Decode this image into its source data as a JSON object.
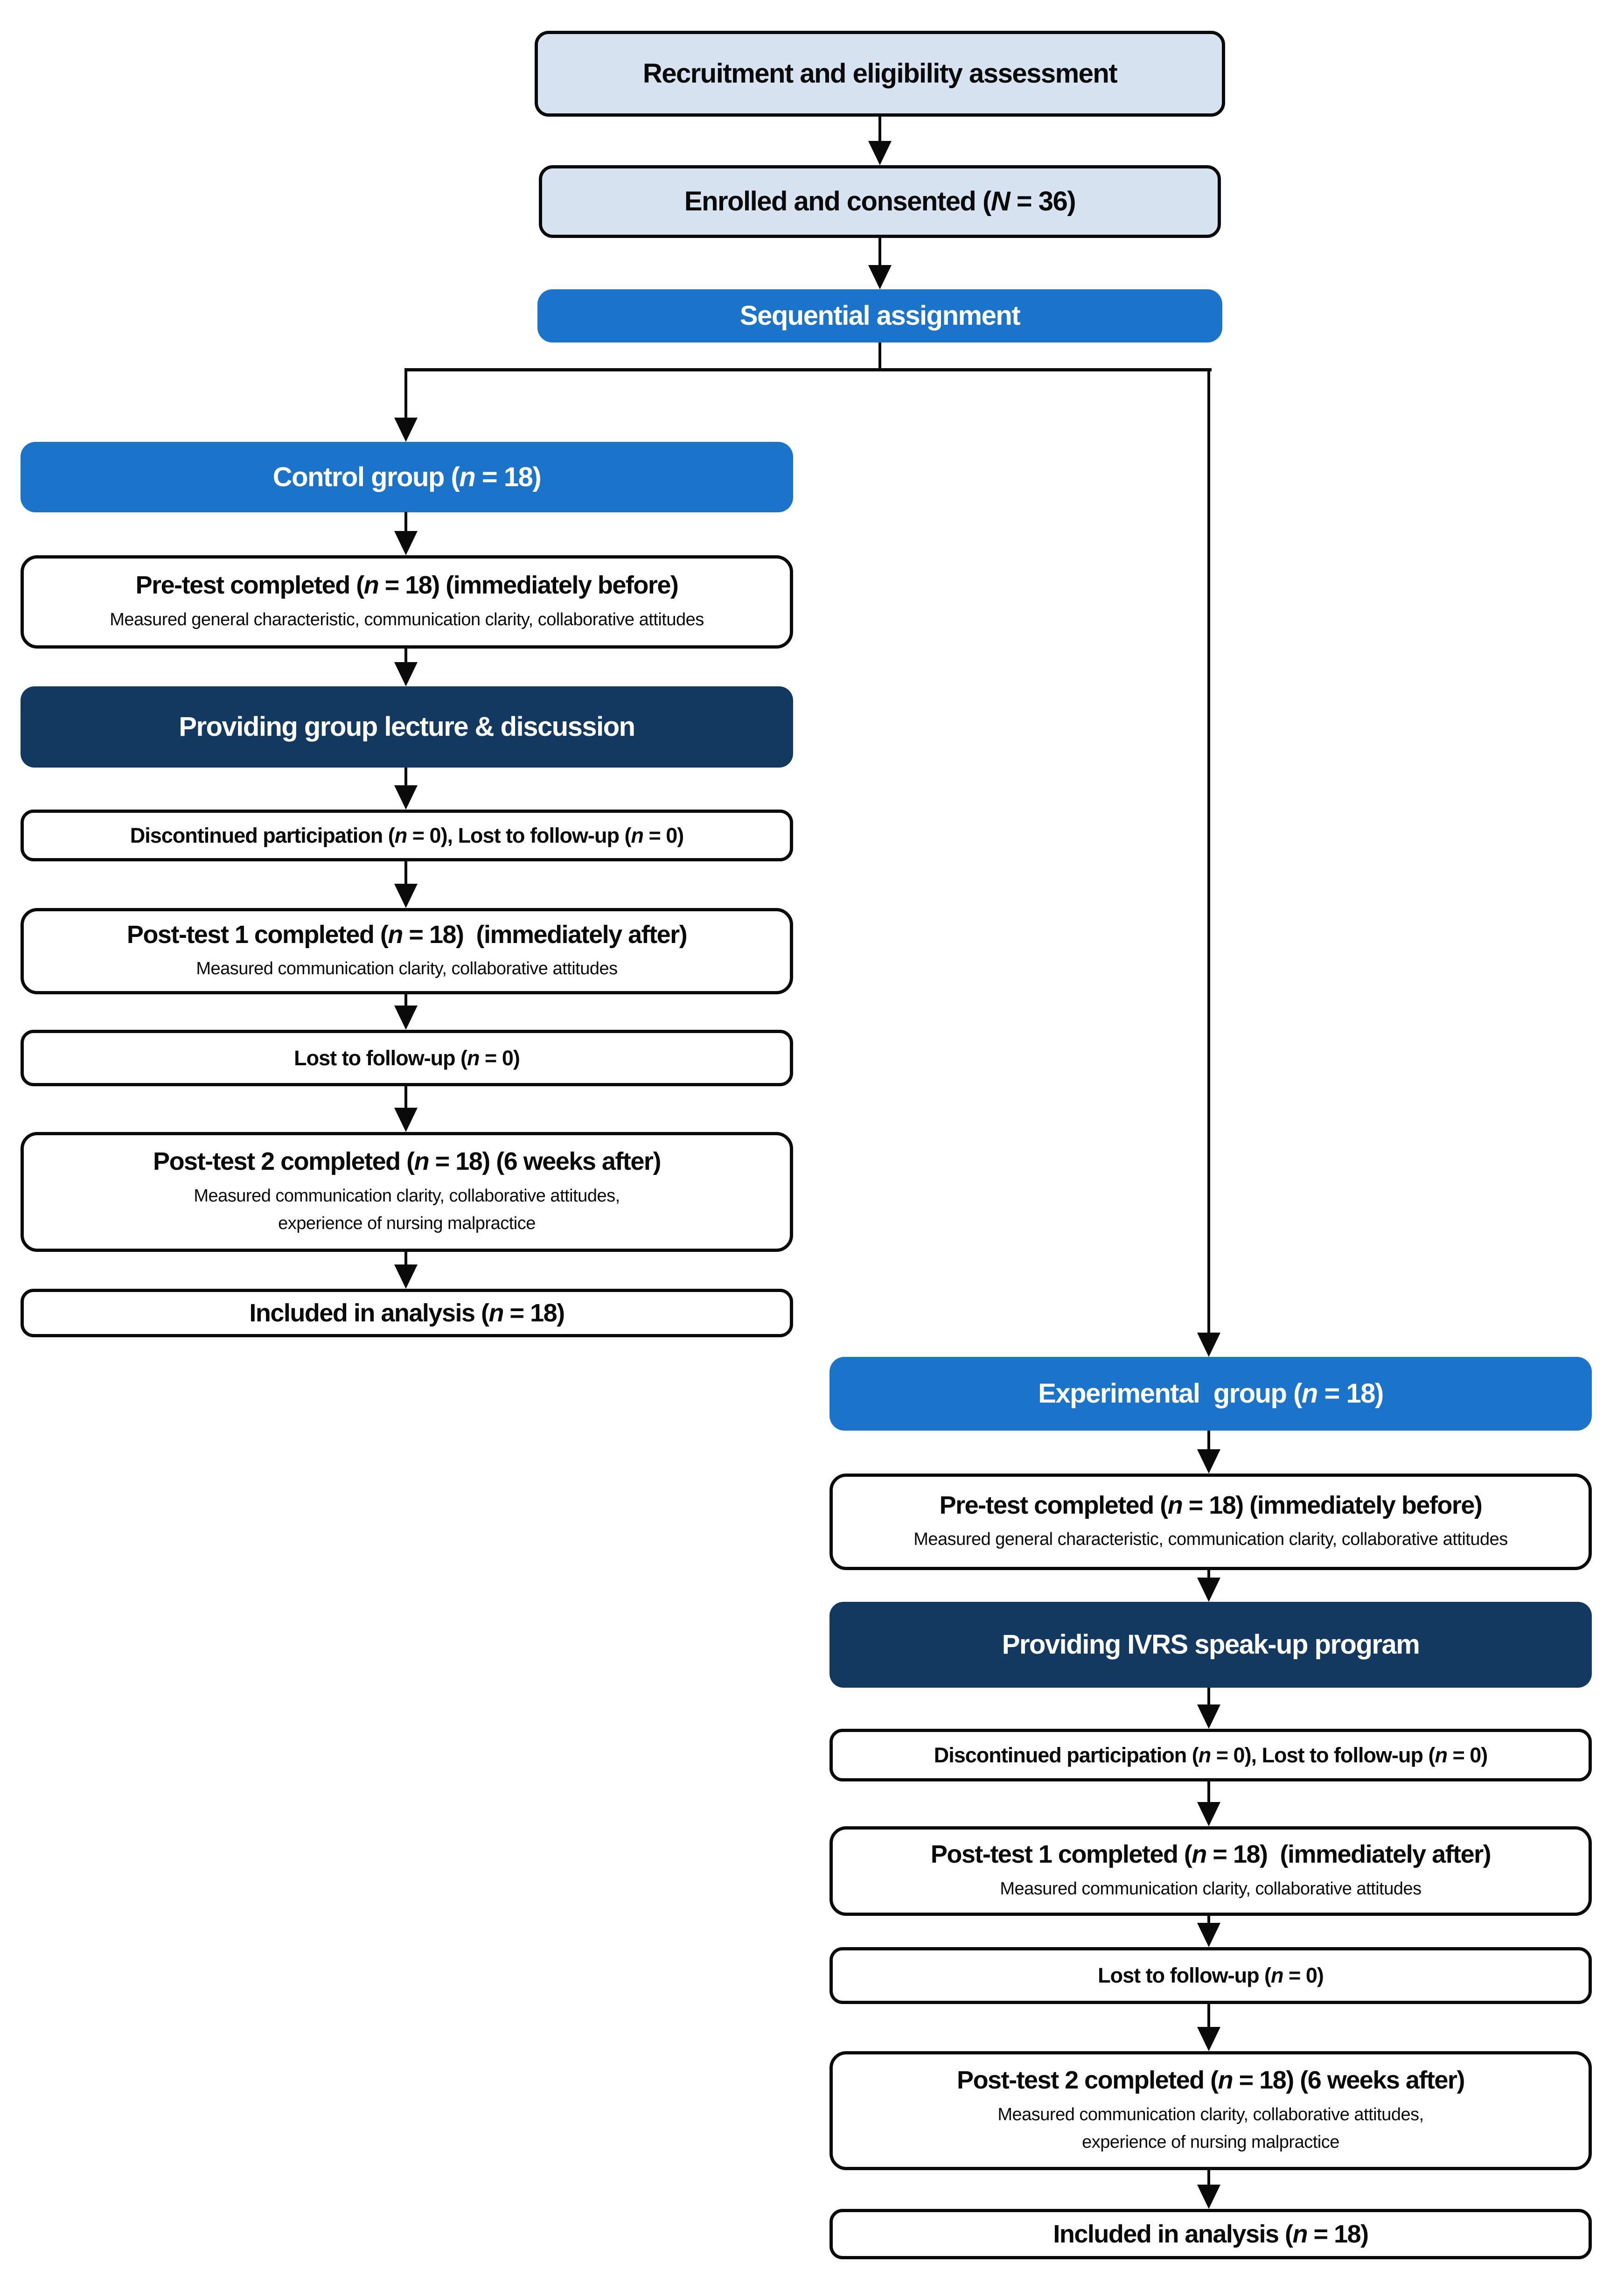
{
  "palette": {
    "light_blue_fill": "#d7e3f1",
    "blue_fill": "#1b74c9",
    "navy_fill": "#143961",
    "outline": "#0a0a0a",
    "white": "#ffffff"
  },
  "top": {
    "recruitment": {
      "title": "Recruitment and eligibility assessment"
    },
    "enrolled": {
      "title": "Enrolled and consented (*N* = 36)"
    },
    "assignment": {
      "title": "Sequential assignment"
    }
  },
  "control_branch": {
    "group": {
      "title": "Control group (*n* = 18)"
    },
    "pretest": {
      "title": "Pre-test completed (*n* = 18) (immediately before)",
      "subtitle": "Measured general characteristic, communication clarity, collaborative attitudes"
    },
    "intervention": {
      "title": "Providing group lecture & discussion"
    },
    "discontinued": {
      "title": "Discontinued participation (*n* = 0), Lost to follow-up (*n* = 0)"
    },
    "posttest1": {
      "title": "Post-test 1 completed (*n* = 18)  (immediately after)",
      "subtitle": "Measured communication clarity, collaborative attitudes"
    },
    "lost": {
      "title": "Lost to follow-up (*n* = 0)"
    },
    "posttest2": {
      "title": "Post-test 2 completed (*n* = 18) (6 weeks after)",
      "subtitle": "Measured communication clarity, collaborative attitudes,\nexperience of nursing malpractice"
    },
    "included": {
      "title": "Included in analysis (*n* = 18)"
    }
  },
  "experimental_branch": {
    "group": {
      "title": "Experimental  group (*n* = 18)"
    },
    "pretest": {
      "title": "Pre-test completed (*n* = 18) (immediately before)",
      "subtitle": "Measured general characteristic, communication clarity, collaborative attitudes"
    },
    "intervention": {
      "title": "Providing IVRS speak-up program"
    },
    "discontinued": {
      "title": "Discontinued participation (*n* = 0), Lost to follow-up (*n* = 0)"
    },
    "posttest1": {
      "title": "Post-test 1 completed (*n* = 18)  (immediately after)",
      "subtitle": "Measured communication clarity, collaborative attitudes"
    },
    "lost": {
      "title": "Lost to follow-up (*n* = 0)"
    },
    "posttest2": {
      "title": "Post-test 2 completed (*n* = 18) (6 weeks after)",
      "subtitle": "Measured communication clarity, collaborative attitudes,\nexperience of nursing malpractice"
    },
    "included": {
      "title": "Included in analysis (*n* = 18)"
    }
  }
}
